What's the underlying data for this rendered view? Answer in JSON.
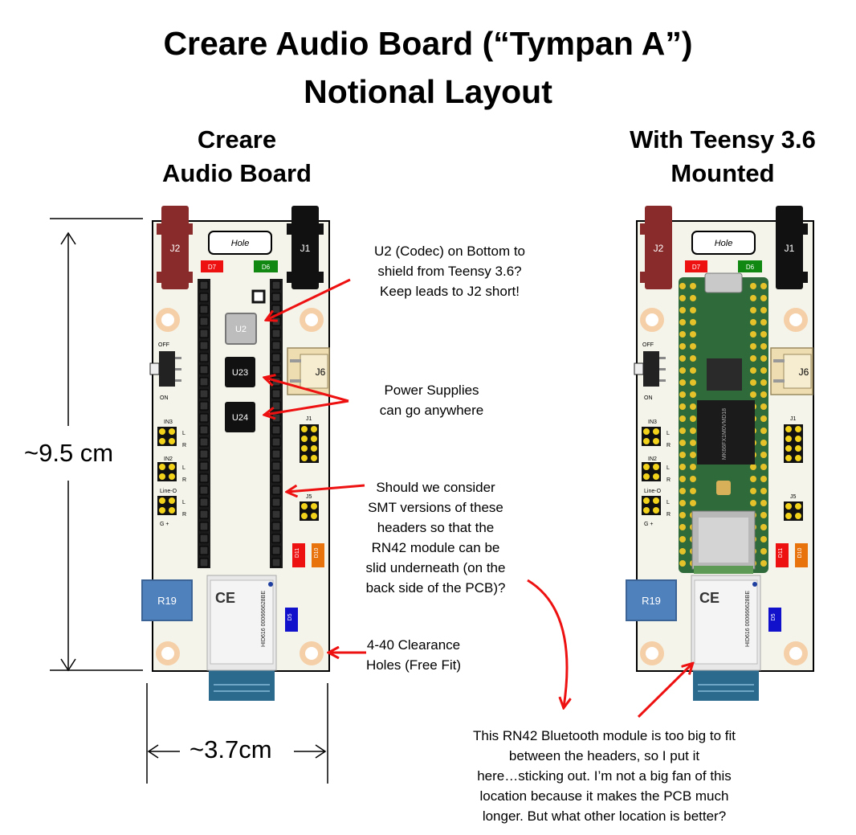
{
  "title": {
    "line1": "Creare Audio Board (“Tympan A”)",
    "line2": "Notional Layout"
  },
  "left_board": {
    "heading": [
      "Creare",
      "Audio Board"
    ],
    "hole_label": "Hole",
    "j2": "J2",
    "j1": "J1",
    "d7": "D7",
    "d6": "D6",
    "u2": "U2",
    "u23": "U23",
    "u24": "U24",
    "j6": "J6",
    "switch_off": "OFF",
    "switch_on": "ON",
    "in3": "IN3",
    "in2": "IN2",
    "line_o": "Line-O",
    "l": "L",
    "r": "R",
    "g_plus": "G   +",
    "j1_header": "J1",
    "j5": "J5",
    "d11": "D11",
    "d10": "D10",
    "d5": "D5",
    "r19": "R19",
    "module_id": "HID616 000666628BE"
  },
  "right_board": {
    "heading": [
      "With Teensy 3.6",
      "Mounted"
    ]
  },
  "dimensions": {
    "height": "~9.5 cm",
    "width": "~3.7cm"
  },
  "notes": {
    "u2": [
      "U2 (Codec) on Bottom to",
      "shield from Teensy 3.6?",
      "Keep leads to J2 short!"
    ],
    "power": [
      "Power Supplies",
      "can go anywhere"
    ],
    "smt": [
      "Should we consider",
      "SMT versions of these",
      "headers so that the",
      "RN42 module can be",
      "slid underneath (on the",
      "back side of the PCB)?"
    ],
    "holes": [
      "4-40 Clearance",
      "Holes (Free Fit)"
    ],
    "rn42": [
      "This RN42 Bluetooth module is too big to fit",
      "between the headers, so I put it",
      "here…sticking out.  I’m not a big fan of this",
      "location because it makes the PCB much",
      "longer.  But what other location is better?"
    ]
  },
  "colors": {
    "board": "#f4f4ea",
    "header_black": "#1a1a1a",
    "arrow_red": "#ee1111",
    "led_red": "#ee1111",
    "led_green": "#118811",
    "led_orange": "#e8730c",
    "led_blue": "#1111cc",
    "r19_blue": "#4f81bd",
    "jack_red": "#8a2b2b",
    "teensy_green": "#2f6a3a",
    "hole_ring": "#f5cfa8"
  }
}
